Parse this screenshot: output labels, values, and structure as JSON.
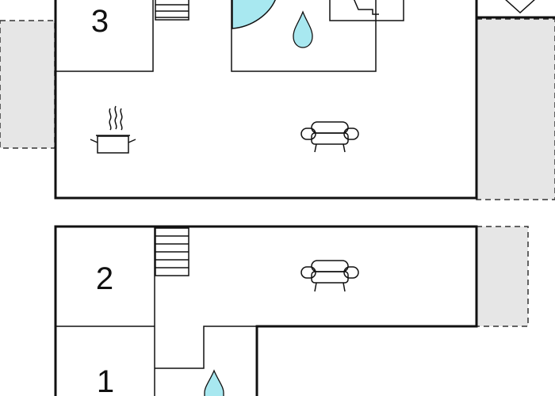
{
  "floor_plan": {
    "room_numbers": {
      "room_3": "3",
      "room_2": "2",
      "room_1": "1"
    },
    "icons": {
      "kitchen": "cooking-pot-icon",
      "sofa": "sofa-icon",
      "water": "water-drop-icon",
      "stairs": "stairs-icon",
      "bath": "bathtub-icon"
    },
    "colors": {
      "water": "#a8e8f0",
      "terrace": "#e6e6e6",
      "walls": "#111111"
    }
  }
}
